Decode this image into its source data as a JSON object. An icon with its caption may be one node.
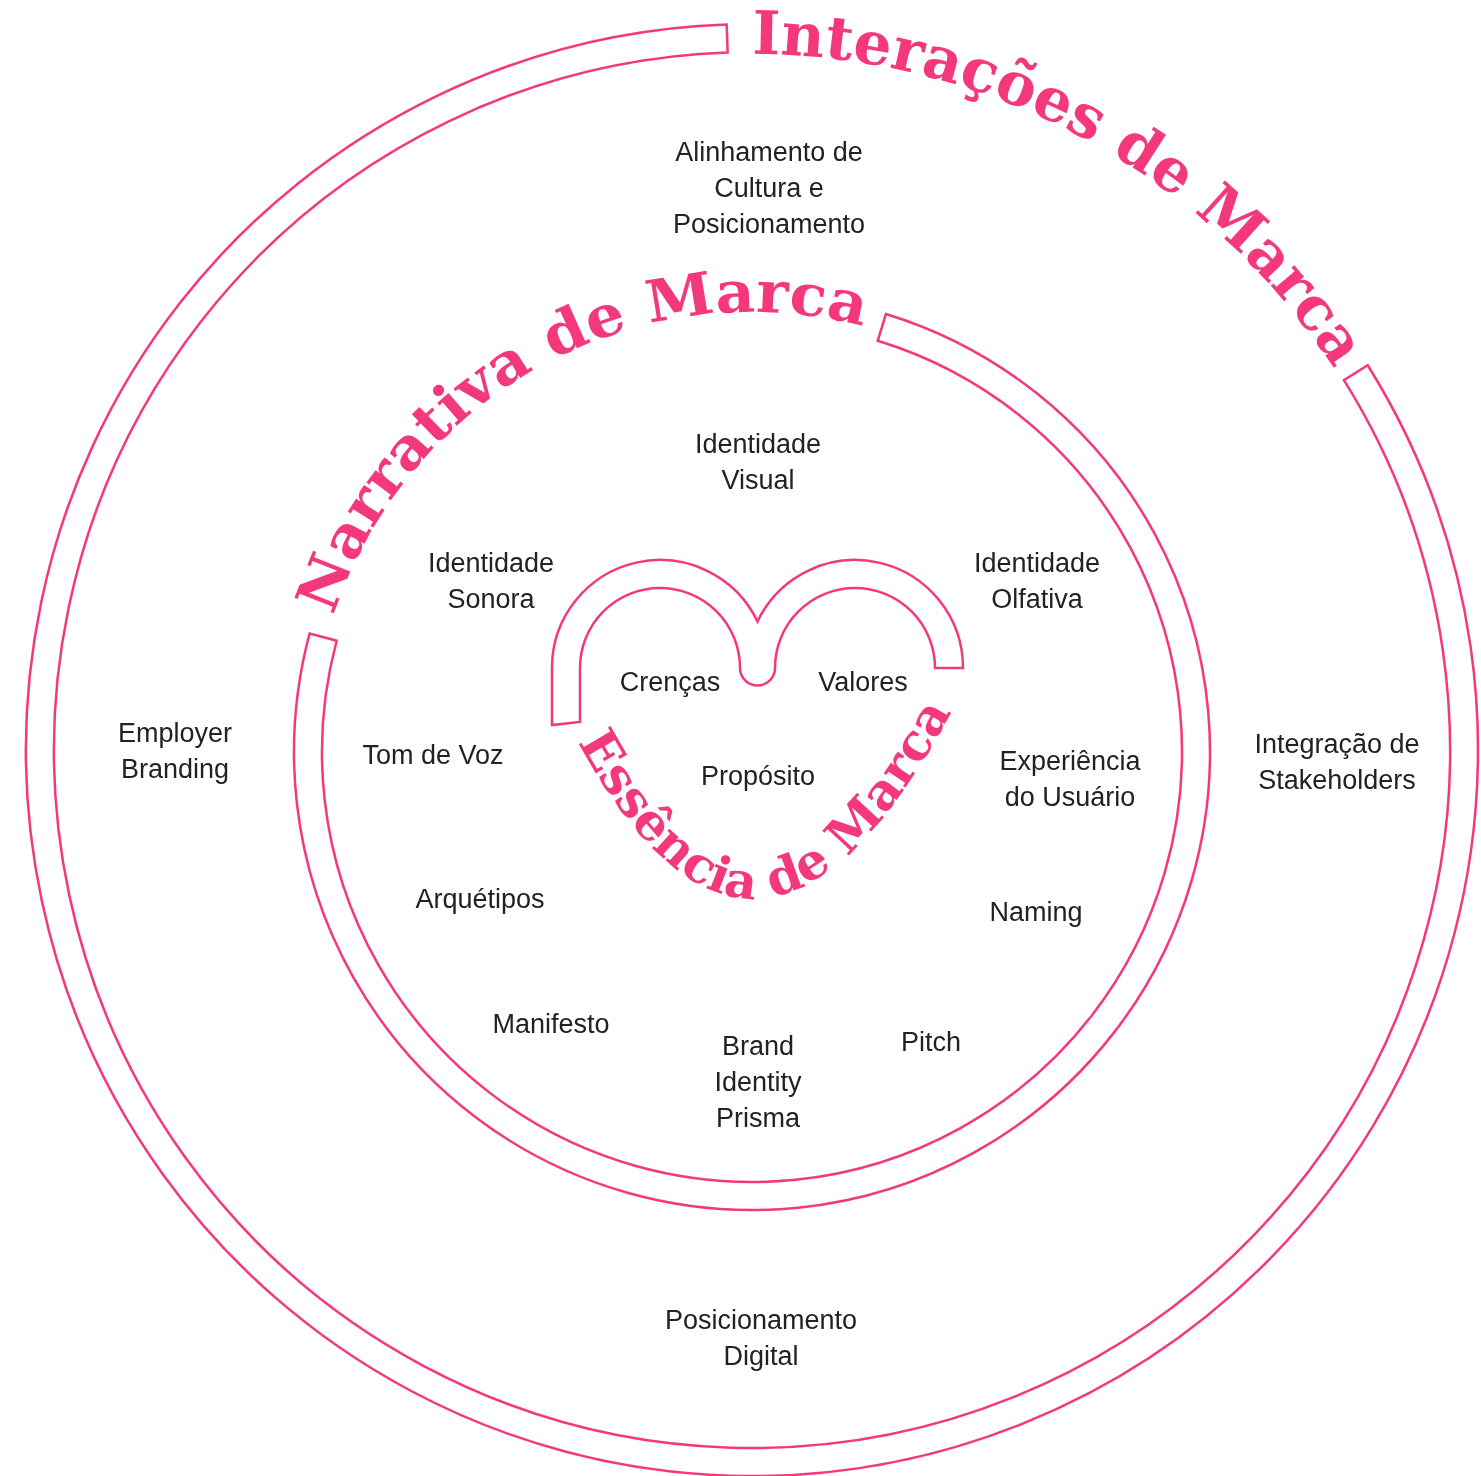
{
  "diagram": {
    "nodes": [
      {
        "text": [
          "Interações de Marca",
          "Alinhamento de Cultura e Posicionamento",
          "Employer Branding",
          "Integração de Stakeholders",
          "Posicionamento Digital"
        ]
      },
      {
        "text": [
          "Narrativa de Marca",
          "Identidade Visual",
          "Identidade Sonora",
          "Identidade Olfativa",
          "Tom de Voz",
          "Experiência do Usuário",
          "Arquétipos",
          "Naming",
          "Manifesto",
          "Brand Identity Prisma",
          "Pitch"
        ],
        "in": 0
      },
      {
        "text": [
          "Essência de Marca",
          "Crenças",
          "Valores",
          "Propósito"
        ],
        "in": 1
      }
    ]
  }
}
